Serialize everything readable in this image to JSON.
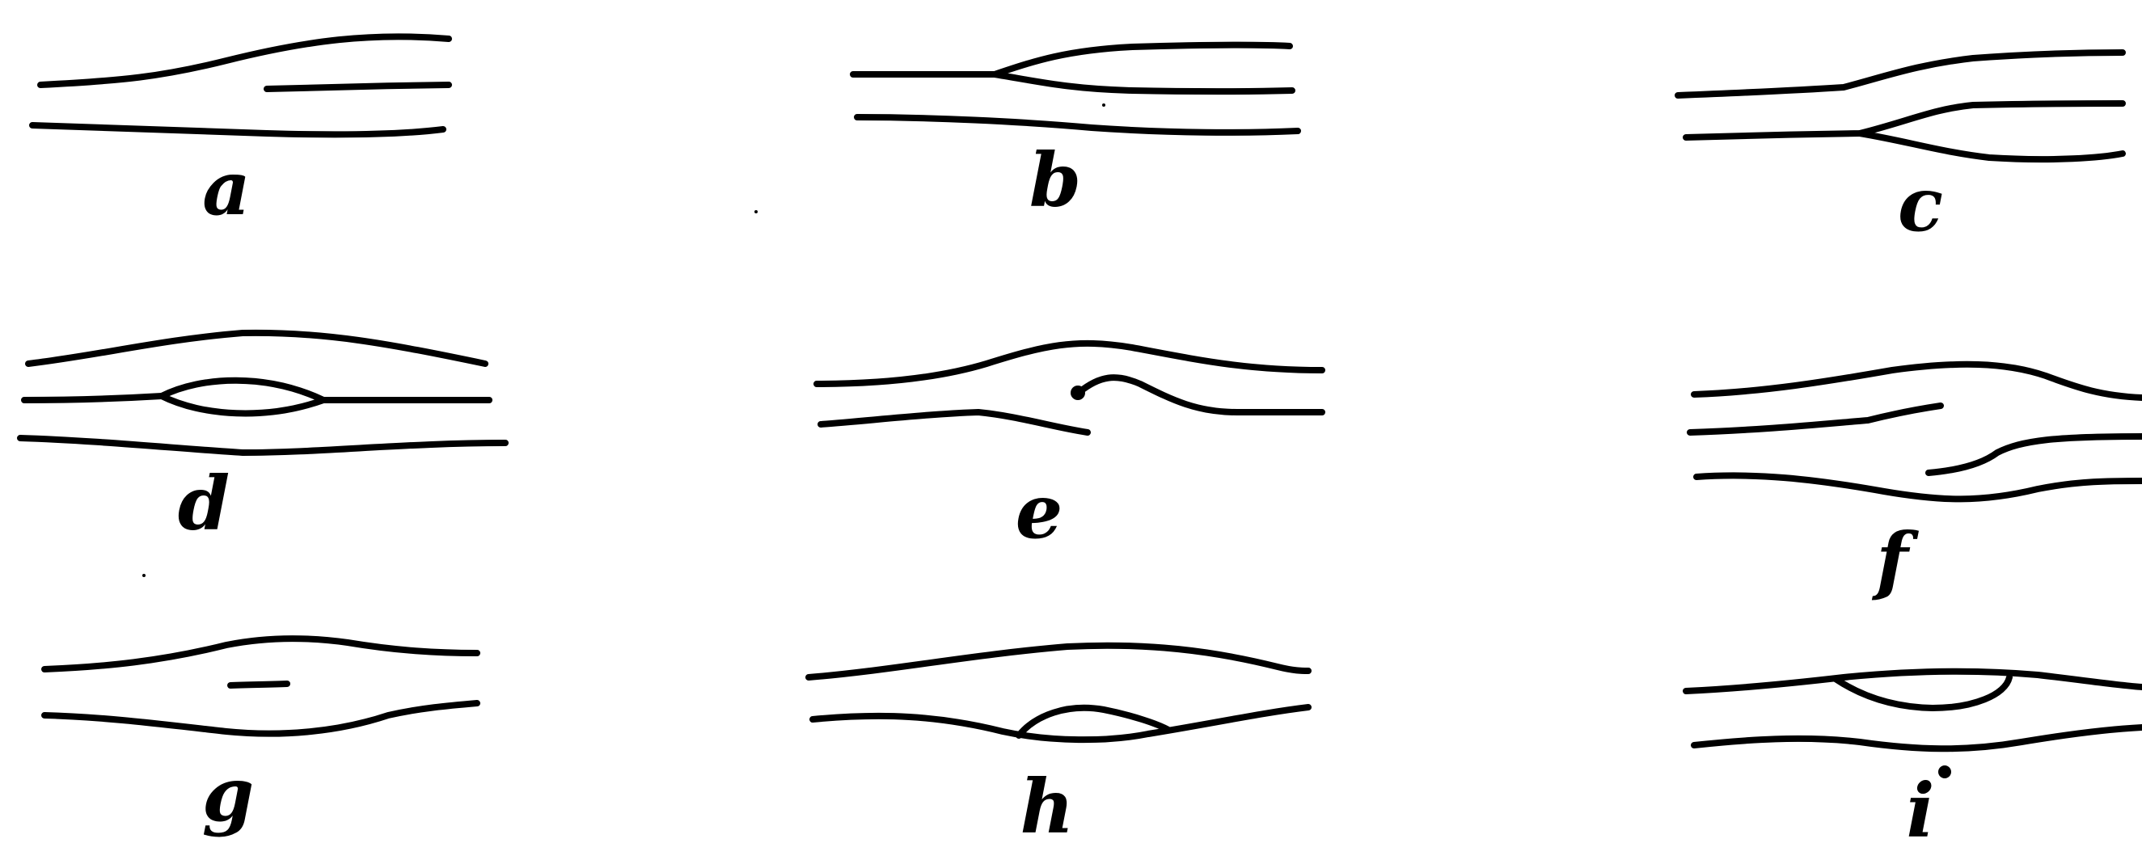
{
  "figure": {
    "panels": [
      {
        "id": "a",
        "label": "a"
      },
      {
        "id": "b",
        "label": "b"
      },
      {
        "id": "c",
        "label": "c"
      },
      {
        "id": "d",
        "label": "d"
      },
      {
        "id": "e",
        "label": "e"
      },
      {
        "id": "f",
        "label": "f"
      },
      {
        "id": "g",
        "label": "g"
      },
      {
        "id": "h",
        "label": "h"
      },
      {
        "id": "i",
        "label": "i"
      }
    ],
    "colors": {
      "ink": "#000000",
      "paper": "#ffffff"
    }
  }
}
